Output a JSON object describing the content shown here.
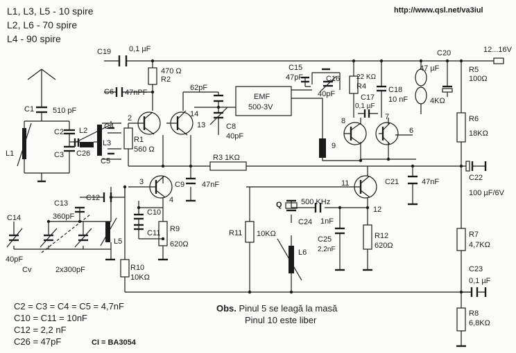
{
  "header": {
    "coils": [
      {
        "text": "L1, L3, L5 - 10 spire"
      },
      {
        "text": "L2, L6 - 70 spire"
      },
      {
        "text": "L4 - 90 spire"
      }
    ],
    "url": "http://www.qsl.net/va3iul"
  },
  "footer": {
    "values": [
      {
        "text": "C2 = C3 = C4 = C5 = 4,7nF"
      },
      {
        "text": "C10 = C11 = 10nF"
      },
      {
        "text": "C12 = 2,2 nF"
      },
      {
        "text": "C26 = 47pF"
      }
    ],
    "ic": "CI = BA3054",
    "obs_title": "Obs.",
    "obs_line1": "Pinul 5 se leagă la masă",
    "obs_line2": "Pinul 10 este liber"
  },
  "components": {
    "C19": "C19",
    "C19v": "0,1 µF",
    "R2v": "470 Ω",
    "R2": "R2",
    "C6": "C6",
    "C6v": "47nPF",
    "C1": "C1",
    "C1v": "510 pF",
    "C2": "C2",
    "C3": "C3",
    "L1": "L1",
    "L2": "L2",
    "C4": "C4",
    "L3": "L3",
    "C26": "C26",
    "C5": "C5",
    "R1": "R1",
    "R1v": "560 Ω",
    "C62": "62pF",
    "EMF1": "EMF",
    "EMF2": "500-3V",
    "C15": "C15",
    "C15v": "47pF",
    "C16": "C16",
    "C16v": "40pF",
    "R4v": "22 KΩ",
    "R4": "R4",
    "C17": "C17",
    "C17v": "0,1 µF",
    "C18": "C18",
    "C18v": "10 nF",
    "C20": "C20",
    "C20v": "47 µF",
    "spk": "4KΩ",
    "vcc": "12...16V",
    "R5": "R5",
    "R5v": "100Ω",
    "R6": "R6",
    "R6v": "18KΩ",
    "C8": "C8",
    "C8v": "40pF",
    "R3": "R3 1KΩ",
    "C9": "C9",
    "C9v": "47nF",
    "C21": "C21",
    "C21v": "47nF",
    "C22": "C22",
    "C22v": "100 µF/6V",
    "C13": "C13",
    "C13v": "360pF",
    "C12": "C12",
    "C14": "C14",
    "C14v": "40pF",
    "Cv": "Cv",
    "Cvv": "2x300pF",
    "L5": "L5",
    "C10": "C10",
    "C11": "C11",
    "R9": "R9",
    "R9v": "620Ω",
    "R10": "R10",
    "R10v": "10KΩ",
    "Q": "Q",
    "Qv": "500 KHz",
    "C24": "C24",
    "C24v": "1nF",
    "R11": "R11",
    "R11v": "10KΩ",
    "L6": "L6",
    "C25": "C25",
    "C25v": "2,2nF",
    "R12": "R12",
    "R12v": "620Ω",
    "R7": "R7",
    "R7v": "4,7KΩ",
    "C23": "C23",
    "C23v": "0,1 µF",
    "R8": "R8",
    "R8v": "6,8KΩ"
  },
  "pins": {
    "p2": "2",
    "p14": "14",
    "p13": "13",
    "p3": "3",
    "p4": "4",
    "p8": "8",
    "p7": "7",
    "p6": "6",
    "p9": "9",
    "p11": "11",
    "p12": "12"
  }
}
